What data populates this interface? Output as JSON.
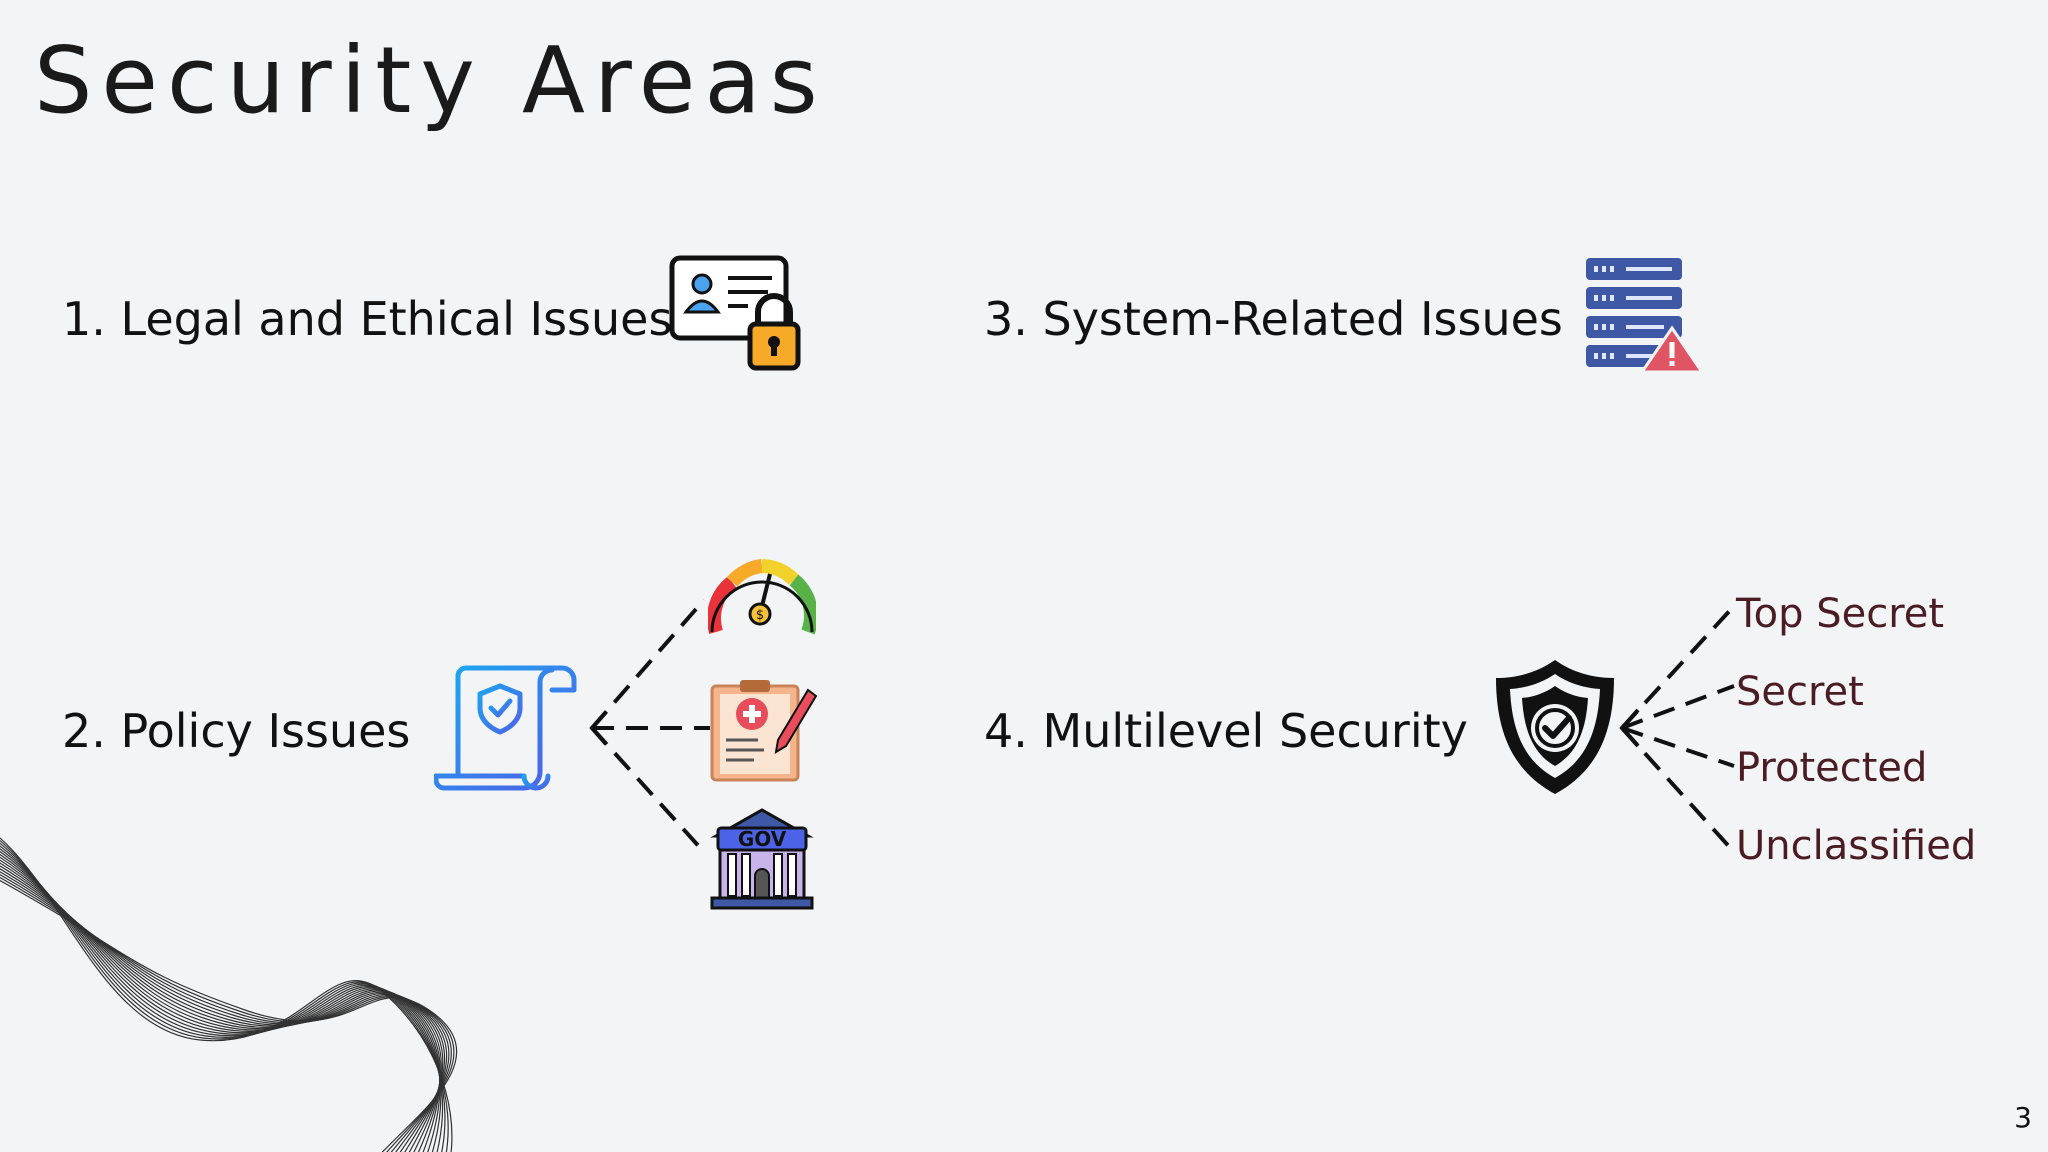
{
  "slide": {
    "title": "Security Areas",
    "page_number": "3",
    "items": [
      {
        "label": "1. Legal and Ethical Issues"
      },
      {
        "label": "2. Policy Issues"
      },
      {
        "label": "3. System-Related Issues"
      },
      {
        "label": "4. Multilevel Security"
      }
    ],
    "security_levels": [
      "Top Secret",
      "Secret",
      "Protected",
      "Unclassified"
    ],
    "gov_sign": "GOV",
    "colors": {
      "background": "#f3f4f6",
      "level_text": "#4a1c24",
      "lock_orange": "#f7a928",
      "server_blue": "#3f58a6",
      "warning_red": "#e05563",
      "scroll_gradient_start": "#1ea4f0",
      "scroll_gradient_end": "#4c63e8"
    },
    "icons": [
      "id-card-lock-icon",
      "server-warning-icon",
      "policy-scroll-icon",
      "credit-gauge-icon",
      "medical-form-icon",
      "government-building-icon",
      "shield-check-icon",
      "decorative-wave-lines"
    ]
  }
}
